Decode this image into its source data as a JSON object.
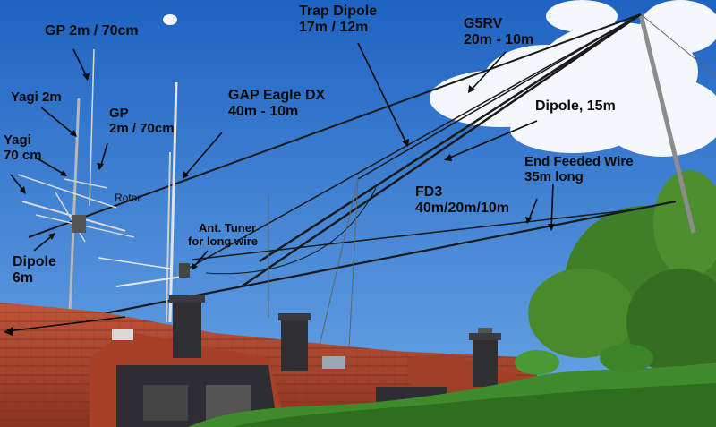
{
  "labels": {
    "gp_top": {
      "line1": "GP 2m / 70cm"
    },
    "trap_dipole": {
      "line1": "Trap Dipole",
      "line2": "17m / 12m"
    },
    "g5rv": {
      "line1": "G5RV",
      "line2": "20m - 10m"
    },
    "yagi_2m": {
      "line1": "Yagi 2m"
    },
    "gp_mid": {
      "line1": "GP",
      "line2": "2m / 70cm"
    },
    "gap_eagle": {
      "line1": "GAP Eagle DX",
      "line2": "40m - 10m"
    },
    "dipole_15m": {
      "line1": "Dipole, 15m"
    },
    "yagi_70cm": {
      "line1": "Yagi",
      "line2": "70 cm"
    },
    "rotor": {
      "line1": "Rotor"
    },
    "end_fed": {
      "line1": "End Feeded Wire",
      "line2": "35m long"
    },
    "fd3": {
      "line1": "FD3",
      "line2": "40m/20m/10m"
    },
    "ant_tuner": {
      "line1": "Ant. Tuner",
      "line2": "for long wire"
    },
    "dipole_6m": {
      "line1": "Dipole",
      "line2": "6m"
    }
  },
  "colors": {
    "sky_top": "#1e63c2",
    "sky_bottom": "#6aa6e6",
    "cloud": "#f4f7fb",
    "roof": "#b2482c",
    "roof_dark": "#7e2f1c",
    "chimney": "#2f2f33",
    "hedge": "#3f8a2a",
    "tree": "#4d8f2e",
    "label_text": "#0a0a0a",
    "wire": "#1a1a1a"
  }
}
